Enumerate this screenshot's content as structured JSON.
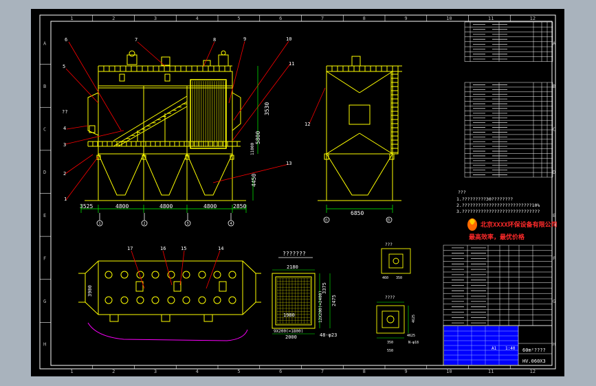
{
  "colors": {
    "outer_bg": "#a9b3bd",
    "sheet": "#000000",
    "frame": "#ffffff",
    "structure": "#ffff00",
    "leader": "#ff0000",
    "dimension": "#00ff00",
    "text": "#ffffff",
    "title_band": "#0000ff",
    "brand_red": "#ff2a2a",
    "baseplate": "#ff00ff"
  },
  "border": {
    "top_numbers": [
      "1",
      "2",
      "3",
      "4",
      "5",
      "6",
      "7",
      "8",
      "9",
      "10",
      "11",
      "12"
    ],
    "bottom_numbers": [
      "1",
      "2",
      "3",
      "4",
      "5",
      "6",
      "7",
      "8",
      "9",
      "10",
      "11",
      "12"
    ],
    "side_letters": [
      "A",
      "B",
      "C",
      "D",
      "E",
      "F",
      "G",
      "H"
    ]
  },
  "front_view": {
    "part_labels": [
      "1",
      "2",
      "3",
      "4",
      "5",
      "6",
      "7",
      "8",
      "9",
      "10",
      "11",
      "12",
      "13"
    ],
    "side_mark": "??",
    "dims_bottom": [
      "3525",
      "4800",
      "4800",
      "4800",
      "2850"
    ],
    "dims_vertical": [
      "3530",
      "5800",
      "11000",
      "4450"
    ],
    "axis_numbers": [
      "1",
      "2",
      "3",
      "4"
    ]
  },
  "side_view": {
    "dims_bottom": [
      "6850"
    ],
    "axis_labels": [
      "Ⓐ",
      "Ⓑ"
    ]
  },
  "plan_view": {
    "labels": [
      "17",
      "16",
      "15",
      "14"
    ],
    "dim_left": "3900"
  },
  "tubesheet_view": {
    "title": "???????",
    "dim_top": "2180",
    "dim_inner": "1980",
    "dim_right_1": "3375",
    "dim_right_2": "12X200(=2400)",
    "dim_right_3": "2475",
    "dim_bottom_1": "9X200(=1800)",
    "dim_bottom_2": "2000",
    "dim_bottom_3": "48-φ23"
  },
  "detail_top": {
    "title": "???",
    "dims": [
      "460",
      "350"
    ]
  },
  "detail_bottom": {
    "title": "????",
    "dims": [
      "4625",
      "350",
      "4625",
      "550",
      "N-φ18"
    ]
  },
  "notes": {
    "heading": "???",
    "lines": [
      "1.?????????30????????",
      "2.??????????????????????????10%",
      "3.?????????????????????????????"
    ]
  },
  "brand": {
    "company": "北京XXXX环保设备有限公司",
    "slogan": "最高效率，最优价格"
  },
  "title_block": {
    "spec": "60m²????",
    "drawing_no": "HV.060X3",
    "scale": "1:40",
    "sheet": "A1"
  }
}
